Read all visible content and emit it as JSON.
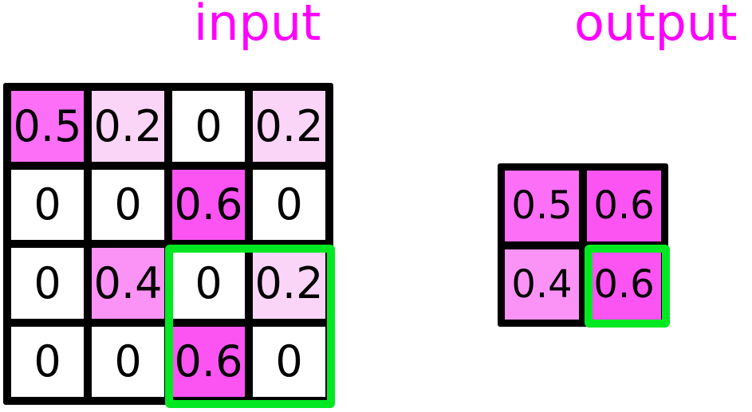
{
  "figure": {
    "kind": "max-pooling-illustration",
    "background_color": "#ffffff",
    "label_color": "#ff00ff",
    "highlight_color": "#00e822",
    "grid_line_color": "#000000",
    "text_color": "#000000"
  },
  "labels": {
    "input_title": "input",
    "output_title": "output"
  },
  "chart_data": {
    "type": "heatmap",
    "title": "",
    "grids": [
      {
        "name": "input",
        "title": "input",
        "rows": 4,
        "cols": 4,
        "values": [
          [
            0.5,
            0.2,
            0,
            0.2
          ],
          [
            0,
            0,
            0.6,
            0
          ],
          [
            0,
            0.4,
            0,
            0.2
          ],
          [
            0,
            0,
            0.6,
            0
          ]
        ],
        "labels": [
          [
            "0.5",
            "0.2",
            "0",
            "0.2"
          ],
          [
            "0",
            "0",
            "0.6",
            "0"
          ],
          [
            "0",
            "0.4",
            "0",
            "0.2"
          ],
          [
            "0",
            "0",
            "0.6",
            "0"
          ]
        ],
        "cell_colors": [
          [
            "#fc6ff6",
            "#fbd5f7",
            "#ffffff",
            "#fbd5f7"
          ],
          [
            "#ffffff",
            "#ffffff",
            "#fc54f2",
            "#ffffff"
          ],
          [
            "#ffffff",
            "#fb92f5",
            "#ffffff",
            "#fbd5f7"
          ],
          [
            "#ffffff",
            "#ffffff",
            "#fc54f2",
            "#ffffff"
          ]
        ],
        "highlight": {
          "row_start": 2,
          "col_start": 2,
          "row_span": 2,
          "col_span": 2,
          "color": "#00e822"
        }
      },
      {
        "name": "output",
        "title": "output",
        "rows": 2,
        "cols": 2,
        "values": [
          [
            0.5,
            0.6
          ],
          [
            0.4,
            0.6
          ]
        ],
        "labels": [
          [
            "0.5",
            "0.6"
          ],
          [
            "0.4",
            "0.6"
          ]
        ],
        "cell_colors": [
          [
            "#fc6ff6",
            "#fc54f2"
          ],
          [
            "#fb92f5",
            "#fc54f2"
          ]
        ],
        "highlight": {
          "row_start": 1,
          "col_start": 1,
          "row_span": 1,
          "col_span": 1,
          "color": "#00e822"
        }
      }
    ],
    "colorbar": {
      "min": 0,
      "max": 0.6,
      "low_color": "#ffffff",
      "high_color": "#ff00ff"
    }
  }
}
